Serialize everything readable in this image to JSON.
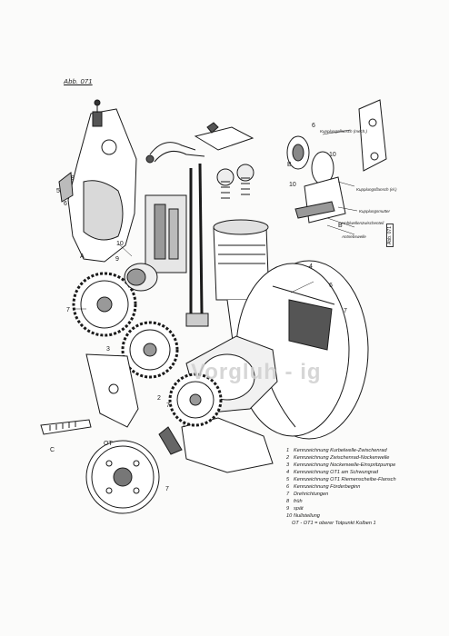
{
  "figure_label": "Abb. 071",
  "side_code": "Abb. 071",
  "watermark": "Vorgluh - ig",
  "callouts": {
    "n1": "1",
    "n2": "2",
    "n3": "3",
    "n4": "4",
    "n5": "5",
    "n6": "6",
    "n7": "7",
    "n8": "8",
    "n9": "9",
    "n10": "10",
    "letterA": "A",
    "letterB": "B",
    "letterC": "C",
    "ot": "OT",
    "inset_top": "Kupplungsflansch (mech.)",
    "inset_mid": "Kupplungsflansch (el.)",
    "inset_lower": "Kupplungsmutter",
    "inset_shaft1": "Hohlwellenzwischenteil",
    "inset_shaft2": "Antriebswelle"
  },
  "legend": [
    {
      "n": "1",
      "text": "Kennzeichnung Kurbelwelle-Zwischenrad"
    },
    {
      "n": "2",
      "text": "Kennzeichnung Zwischenrad-Nockenwelle"
    },
    {
      "n": "3",
      "text": "Kennzeichnung Nockenwelle-Einspritzpumpe"
    },
    {
      "n": "4",
      "text": "Kennzeichnung OT1 am Schwungrad"
    },
    {
      "n": "5",
      "text": "Kennzeichnung OT1 Riemenscheibe-Flansch"
    },
    {
      "n": "6",
      "text": "Kennzeichnung Förderbeginn"
    },
    {
      "n": "7",
      "text": "Drehrichtungen"
    },
    {
      "n": "8",
      "text": "früh"
    },
    {
      "n": "9",
      "text": "spät"
    },
    {
      "n": "10",
      "text": "Nullstellung"
    }
  ],
  "legend_note": "OT - OT1 = oberer Totpunkt Kolben 1"
}
